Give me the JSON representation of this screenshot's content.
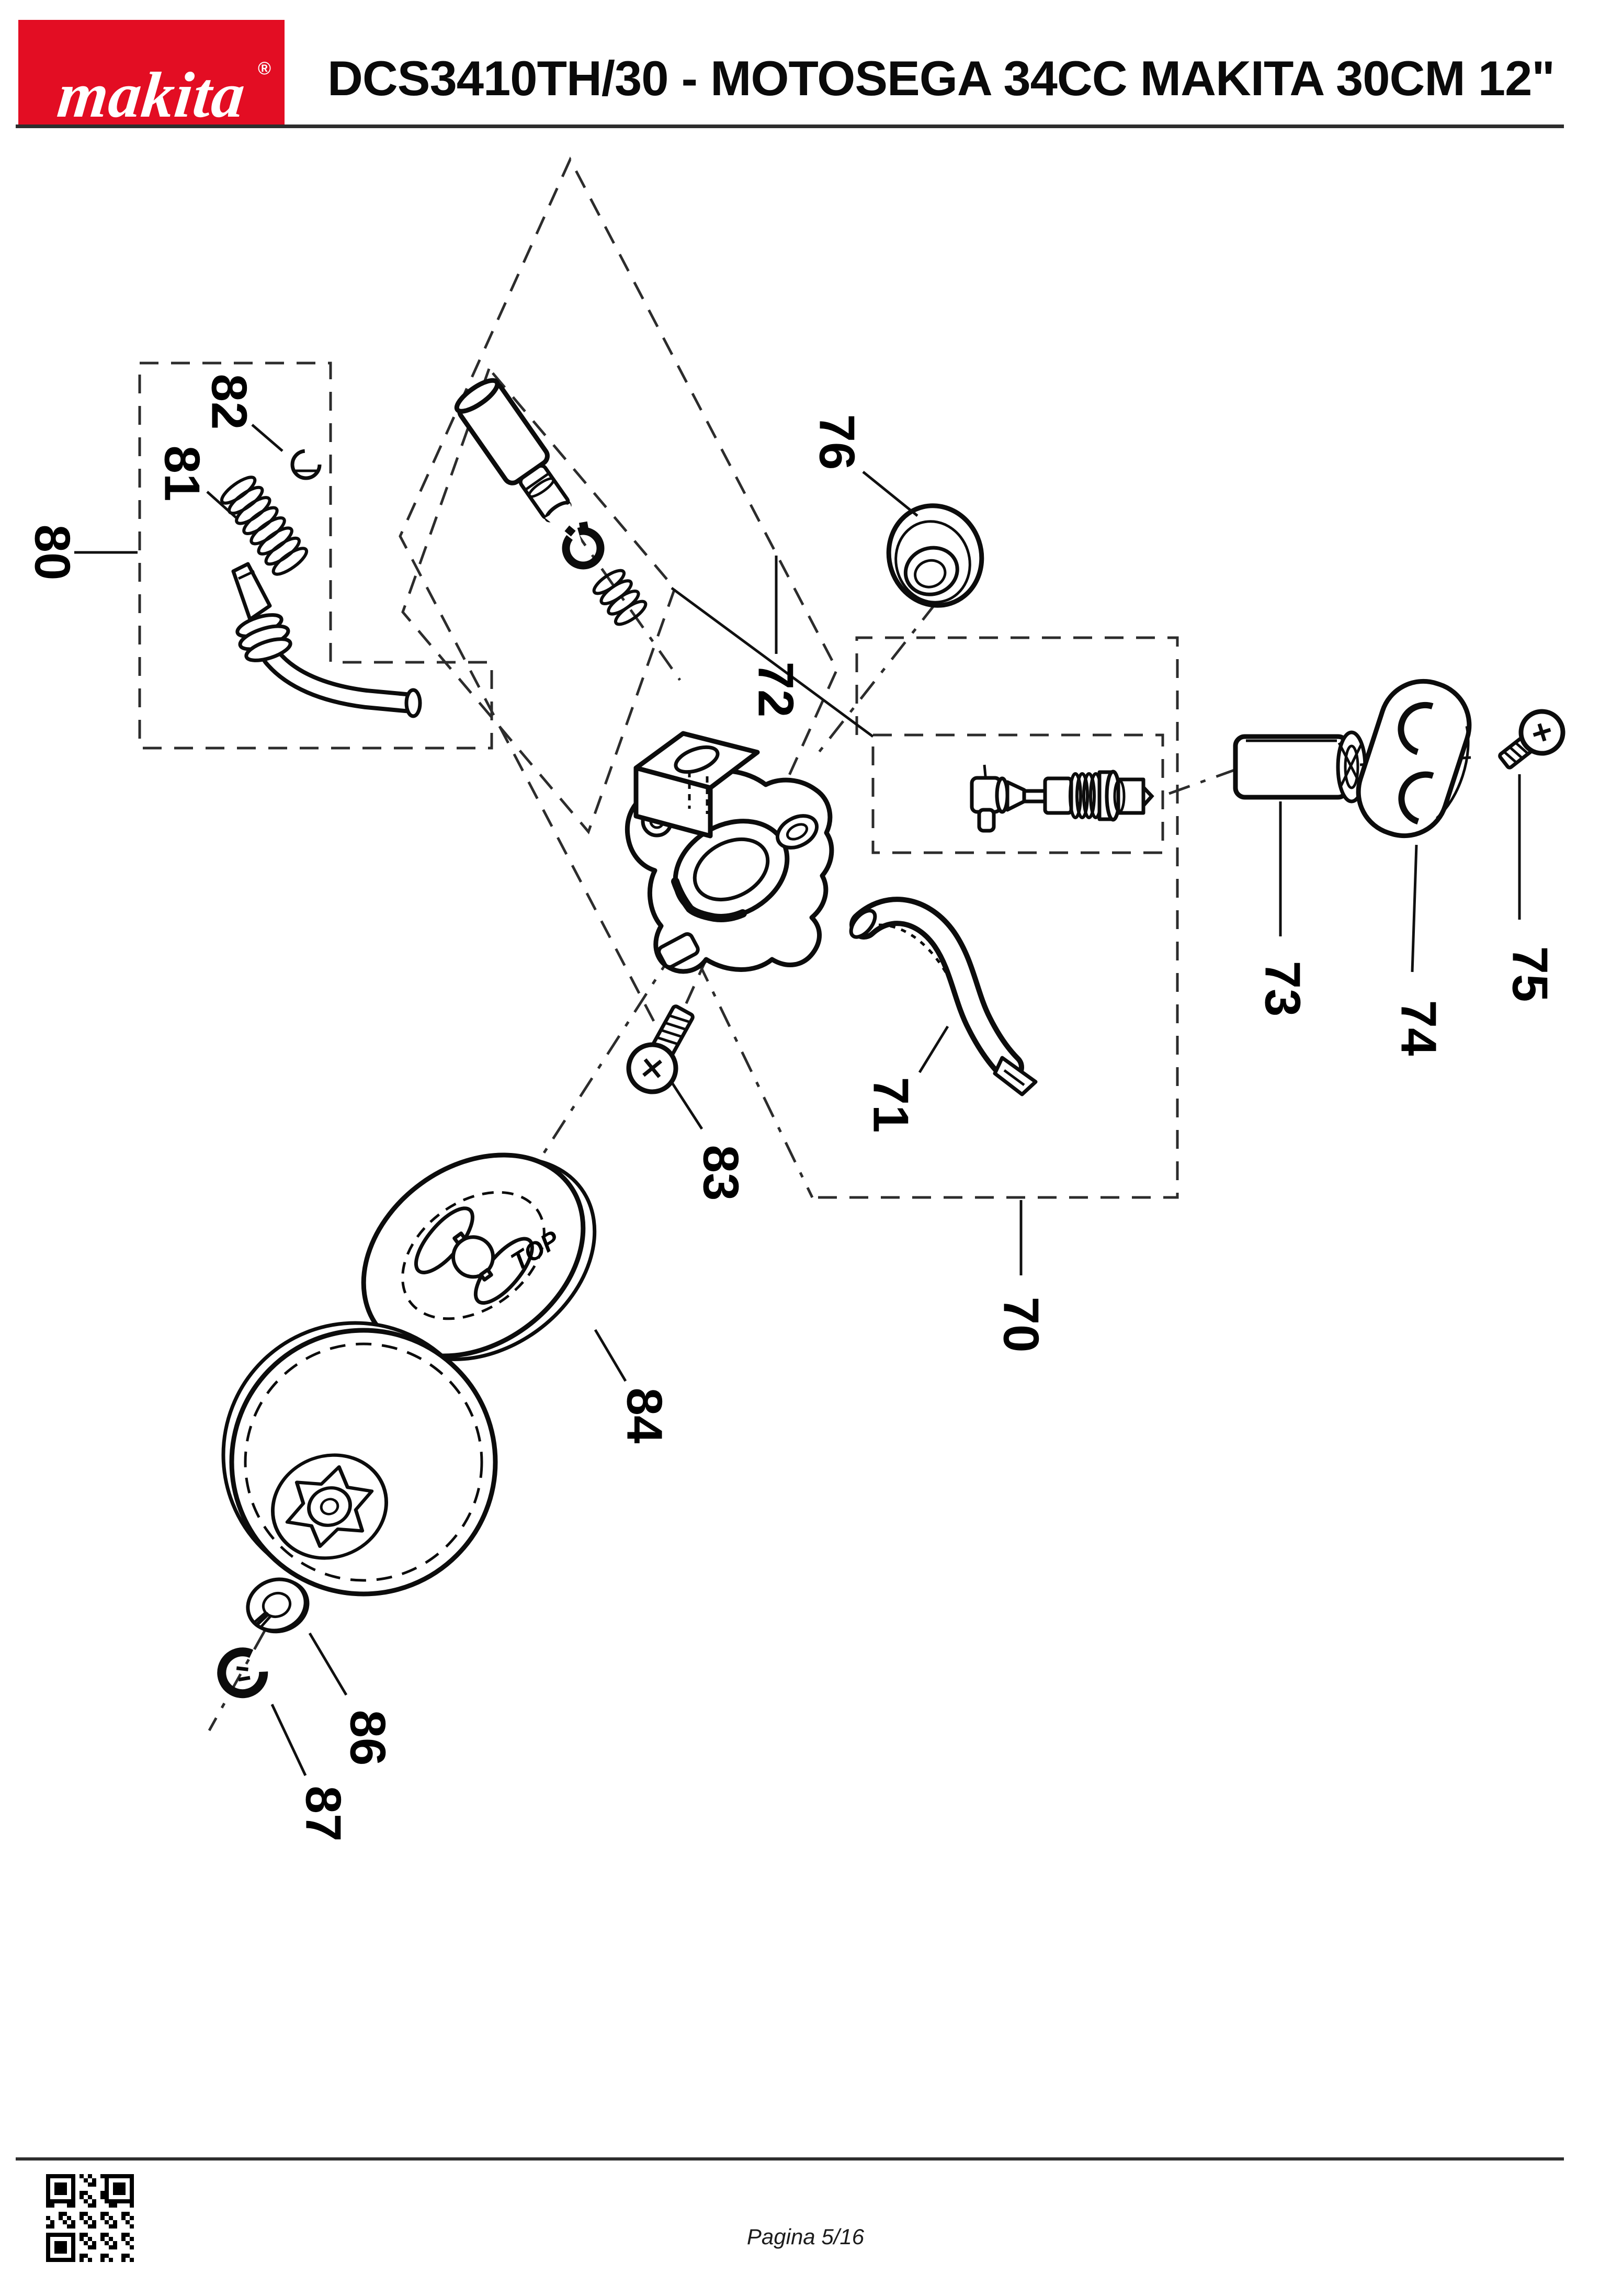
{
  "header": {
    "logo_text": "makita",
    "logo_trademark": "®",
    "logo_color": "#e30d23",
    "title": "DCS3410TH/30 - MOTOSEGA 34CC MAKITA 30CM 12\""
  },
  "diagram": {
    "top_marking": "TOP",
    "parts": [
      {
        "number": "70"
      },
      {
        "number": "71"
      },
      {
        "number": "72"
      },
      {
        "number": "73"
      },
      {
        "number": "74"
      },
      {
        "number": "75"
      },
      {
        "number": "76"
      },
      {
        "number": "80"
      },
      {
        "number": "81"
      },
      {
        "number": "82"
      },
      {
        "number": "83"
      },
      {
        "number": "84"
      },
      {
        "number": "86"
      },
      {
        "number": "87"
      }
    ]
  },
  "footer": {
    "page_label": "Pagina 5/16"
  }
}
